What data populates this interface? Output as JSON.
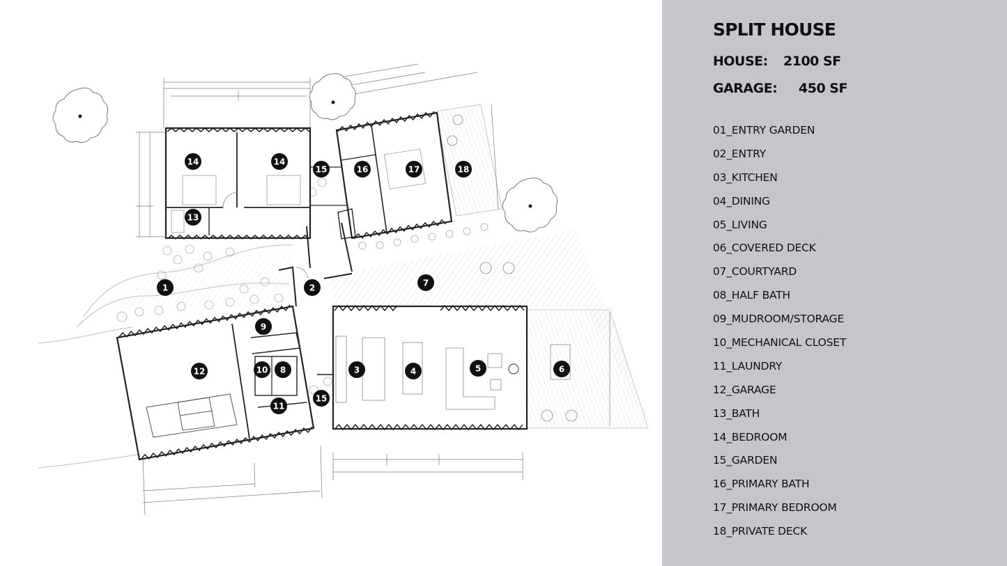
{
  "title": "SPLIT HOUSE",
  "areas": [
    {
      "label": "HOUSE:",
      "value": "2100 SF"
    },
    {
      "label": "GARAGE:",
      "value": "450 SF"
    }
  ],
  "legend": [
    "01_ENTRY GARDEN",
    "02_ENTRY",
    "03_KITCHEN",
    "04_DINING",
    "05_LIVING",
    "06_COVERED DECK",
    "07_COURTYARD",
    "08_HALF BATH",
    "09_MUDROOM/STORAGE",
    "10_MECHANICAL CLOSET",
    "11_LAUNDRY",
    "12_GARAGE",
    "13_BATH",
    "14_BEDROOM",
    "15_GARDEN",
    "16_PRIMARY BATH",
    "17_PRIMARY BEDROOM",
    "18_PRIVATE DECK"
  ],
  "room_numbers": [
    "1",
    "2",
    "3",
    "4",
    "5",
    "6",
    "7",
    "8",
    "9",
    "10",
    "11",
    "12",
    "13",
    "14",
    "14",
    "15",
    "15",
    "16",
    "17",
    "18"
  ]
}
